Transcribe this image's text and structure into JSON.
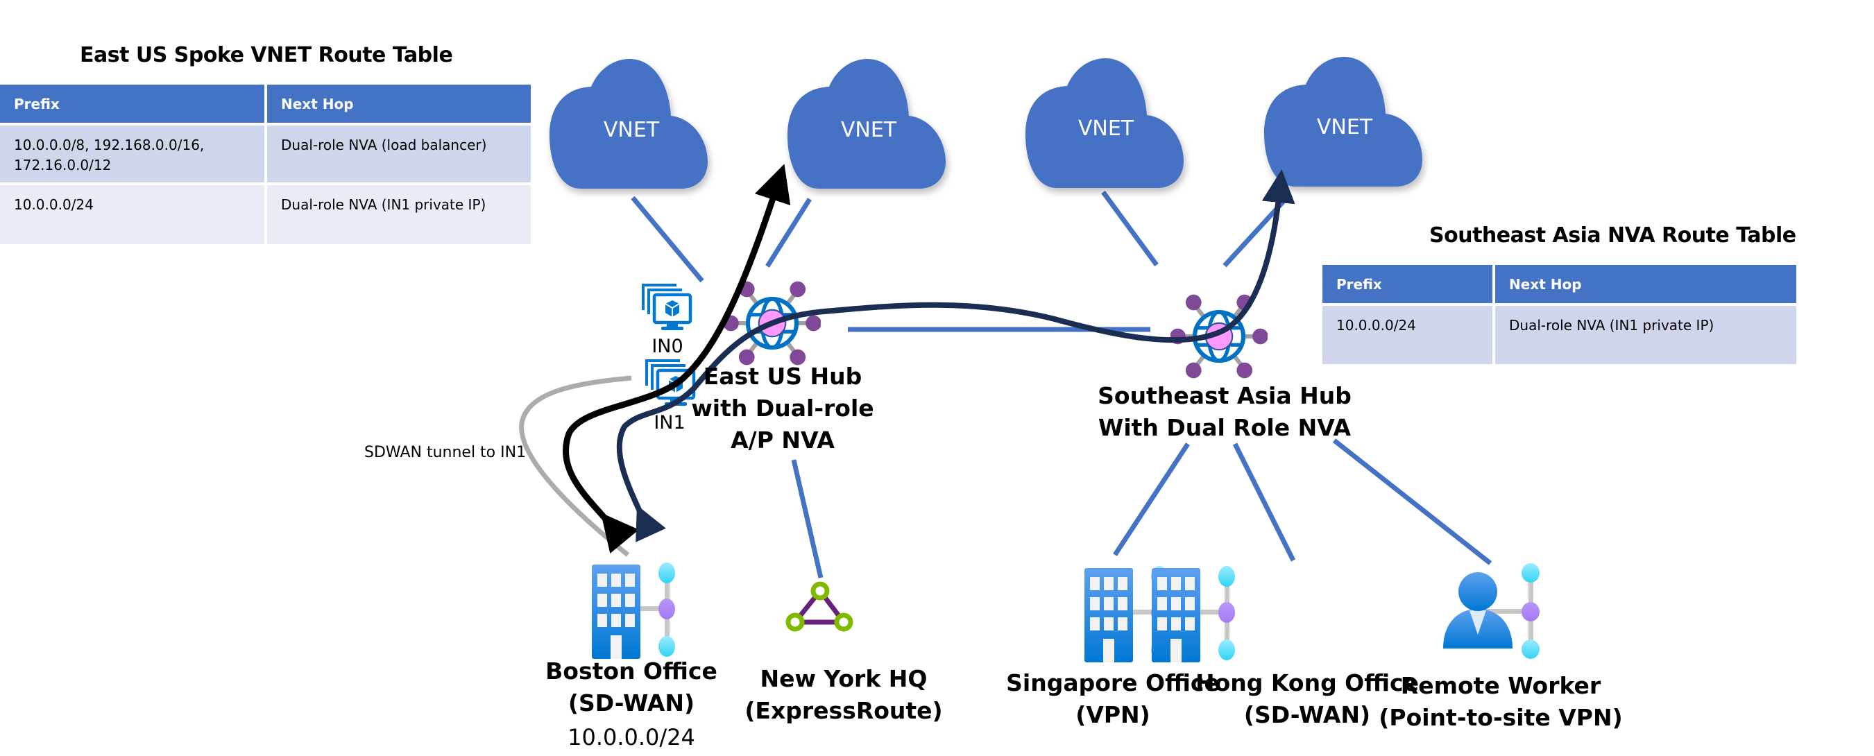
{
  "east_us_table": {
    "title": "East US Spoke VNET Route Table",
    "headers": [
      "Prefix",
      "Next Hop"
    ],
    "rows": [
      {
        "prefix": "10.0.0.0/8, 192.168.0.0/16, 172.16.0.0/12",
        "next_hop": "Dual-role NVA (load balancer)"
      },
      {
        "prefix": "10.0.0.0/24",
        "next_hop": "Dual-role NVA (IN1 private IP)"
      }
    ]
  },
  "sea_table": {
    "title": "Southeast Asia NVA Route Table",
    "headers": [
      "Prefix",
      "Next Hop"
    ],
    "rows": [
      {
        "prefix": "10.0.0.0/24",
        "next_hop": "Dual-role NVA (IN1 private IP)"
      }
    ]
  },
  "vnets": [
    {
      "label": "VNET",
      "icon": "cloud-icon"
    },
    {
      "label": "VNET",
      "icon": "cloud-icon"
    },
    {
      "label": "VNET",
      "icon": "cloud-icon"
    },
    {
      "label": "VNET",
      "icon": "cloud-icon"
    }
  ],
  "hubs": {
    "east_us": {
      "lines": [
        "East US Hub",
        "with Dual-role",
        "A/P NVA"
      ],
      "icon": "virtual-wan-hub-icon",
      "instances": [
        {
          "label": "IN0",
          "icon": "vm-scale-set-icon"
        },
        {
          "label": "IN1",
          "icon": "vm-scale-set-icon"
        }
      ]
    },
    "southeast_asia": {
      "lines": [
        "Southeast Asia Hub",
        "With Dual Role NVA"
      ],
      "icon": "virtual-wan-hub-icon"
    }
  },
  "annotation": {
    "sdwan_tunnel": "SDWAN tunnel to IN1"
  },
  "sites": [
    {
      "name": "Boston Office",
      "type": "(SD-WAN)",
      "prefix": "10.0.0.0/24",
      "icon": "office-building-icon"
    },
    {
      "name": "New York HQ",
      "type": "(ExpressRoute)",
      "icon": "expressroute-circuit-icon"
    },
    {
      "name": "Singapore Office",
      "type": "(VPN)",
      "icon": "office-building-icon"
    },
    {
      "name": "Hong Kong Office",
      "type": "(SD-WAN)",
      "icon": "office-building-icon"
    },
    {
      "name": "Remote Worker",
      "type": "(Point-to-site VPN)",
      "icon": "user-icon"
    }
  ],
  "colors": {
    "table_header": "#4472C4",
    "table_row_odd": "#CFD5EA",
    "table_row_even": "#E9EBF5",
    "vnet_cloud": "#4472C4",
    "connector": "#4472C4",
    "path_black": "#000000",
    "path_navy": "#1B2D52",
    "sdwan_tunnel": "#AFABAB"
  }
}
